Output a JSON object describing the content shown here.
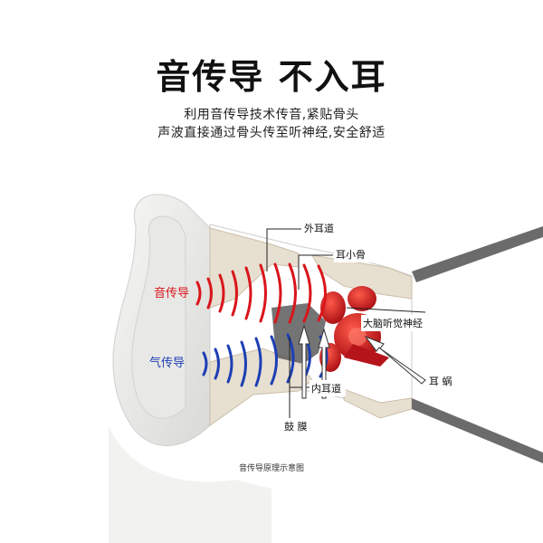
{
  "header": {
    "title": "音传导 不入耳",
    "subtitle_line1": "利用音传导技术传音,紧贴骨头",
    "subtitle_line2": "声波直接通过骨头传至听神经,安全舒适"
  },
  "diagram": {
    "labels": {
      "sound_conduction": "音传导",
      "air_conduction": "气传导",
      "outer_ear_canal": "外耳道",
      "ossicles": "耳小骨",
      "auditory_nerve": "大脑听觉神经",
      "cochlea": "耳 蜗",
      "inner_ear_canal": "内耳道",
      "eardrum": "鼓 膜"
    },
    "colors": {
      "sound_waves": "#d9151b",
      "air_waves": "#1c3fb5",
      "skin": "#ecebe8",
      "bone": "#e3d9c8",
      "cochlea": "#c91a1f",
      "text_red": "#d9151b",
      "text_blue": "#1c3fb5"
    }
  },
  "footer": {
    "caption": "音传导原理示意图"
  }
}
